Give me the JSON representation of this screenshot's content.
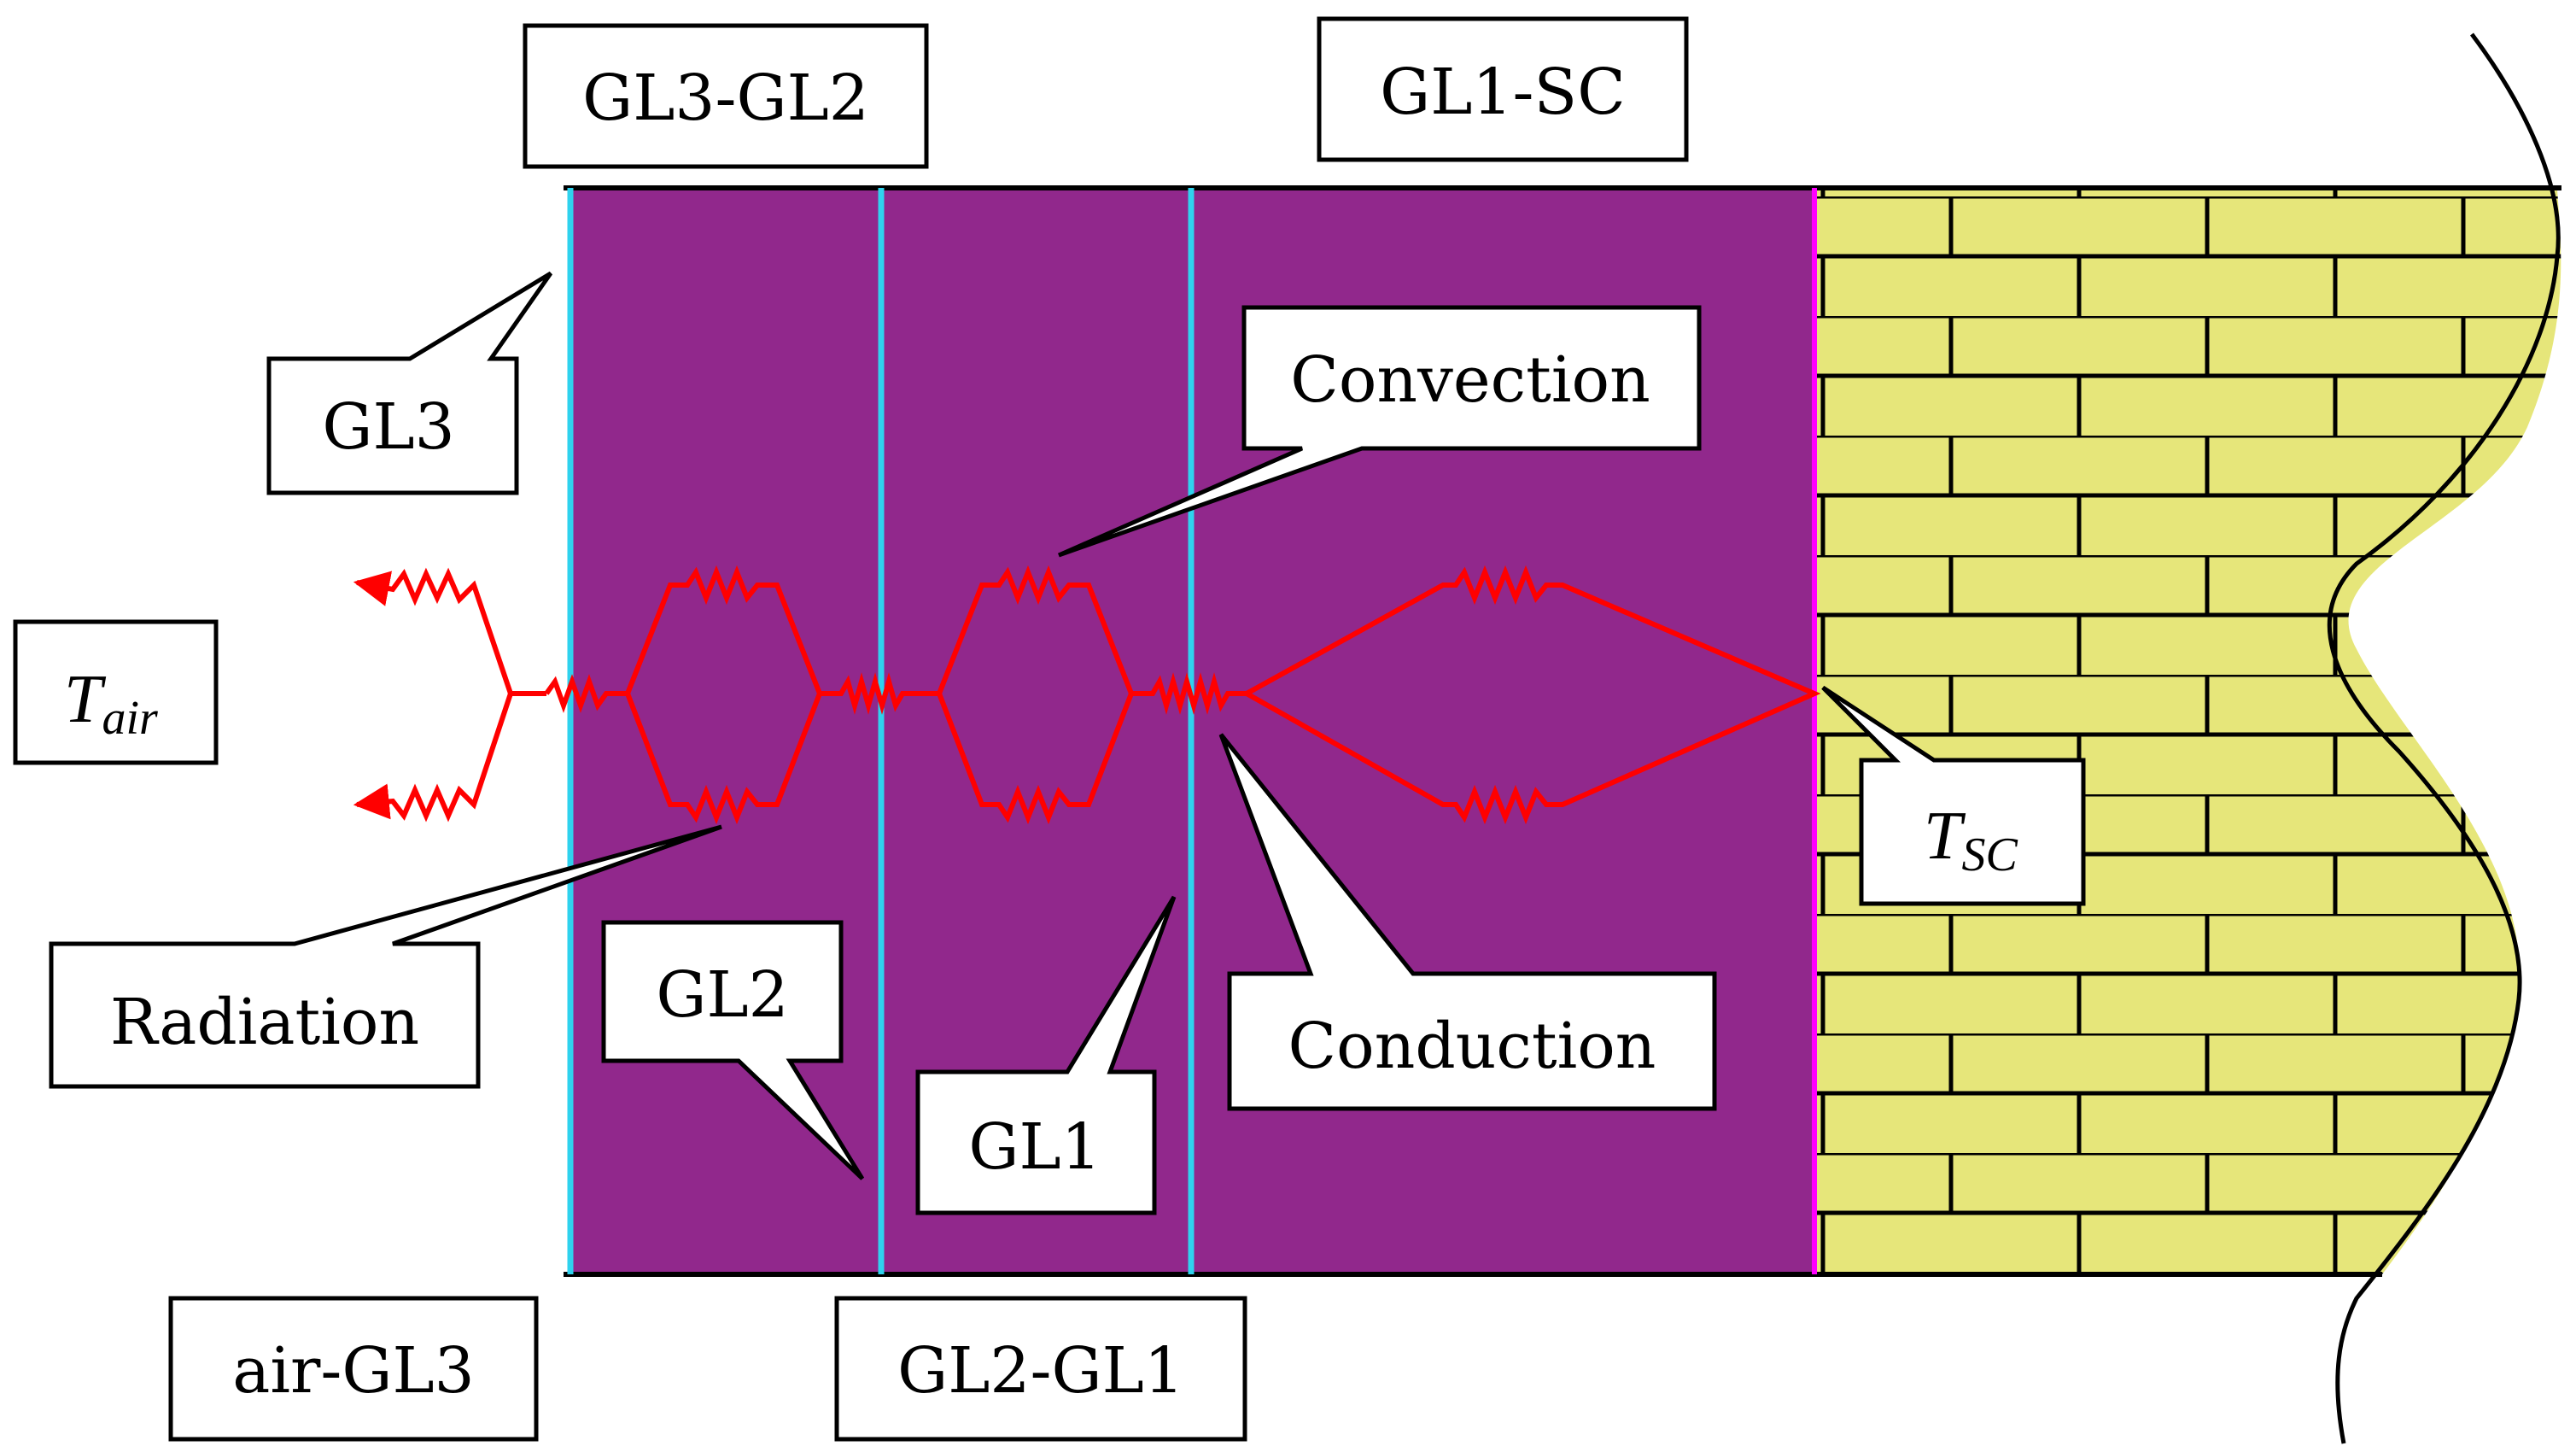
{
  "colors": {
    "cavity": "#91288C",
    "glass": "#2FD2EE",
    "cell_interface": "#FF00FF",
    "brick": "#E6E67A",
    "mortar": "#000000",
    "heat_flow": "#FF0000",
    "callout_fill": "#FFFFFF",
    "callout_stroke": "#000000"
  },
  "labels": {
    "gl3_gl2": "GL3-GL2",
    "gl1_sc": "GL1-SC",
    "gl3": "GL3",
    "convection": "Convection",
    "t_air_main": "T",
    "t_air_sub": "air",
    "radiation": "Radiation",
    "gl2": "GL2",
    "gl1": "GL1",
    "conduction": "Conduction",
    "t_sc_main": "T",
    "t_sc_sub": "SC",
    "air_gl3": "air-GL3",
    "gl2_gl1": "GL2-GL1"
  },
  "icons": {
    "radiation_arrow": "wavy-arrow-icon",
    "resistor": "zigzag-resistor-icon"
  }
}
